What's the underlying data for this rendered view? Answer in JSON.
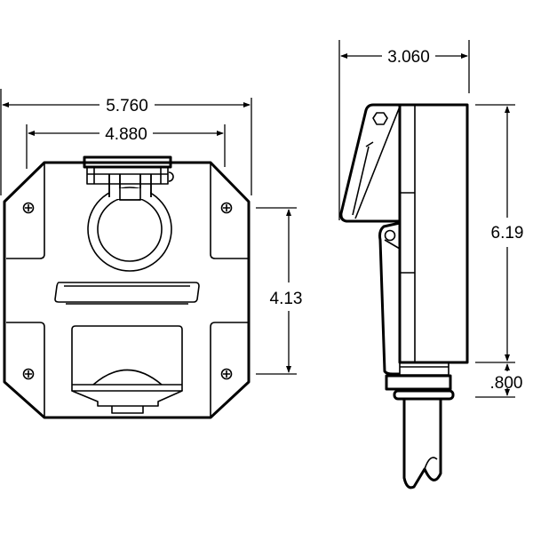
{
  "front_view": {
    "overall_width": "5.760",
    "mount_width": "4.880",
    "mount_height": "4.13"
  },
  "side_view": {
    "depth": "3.060",
    "height": "6.19",
    "connector_height": ".800"
  }
}
